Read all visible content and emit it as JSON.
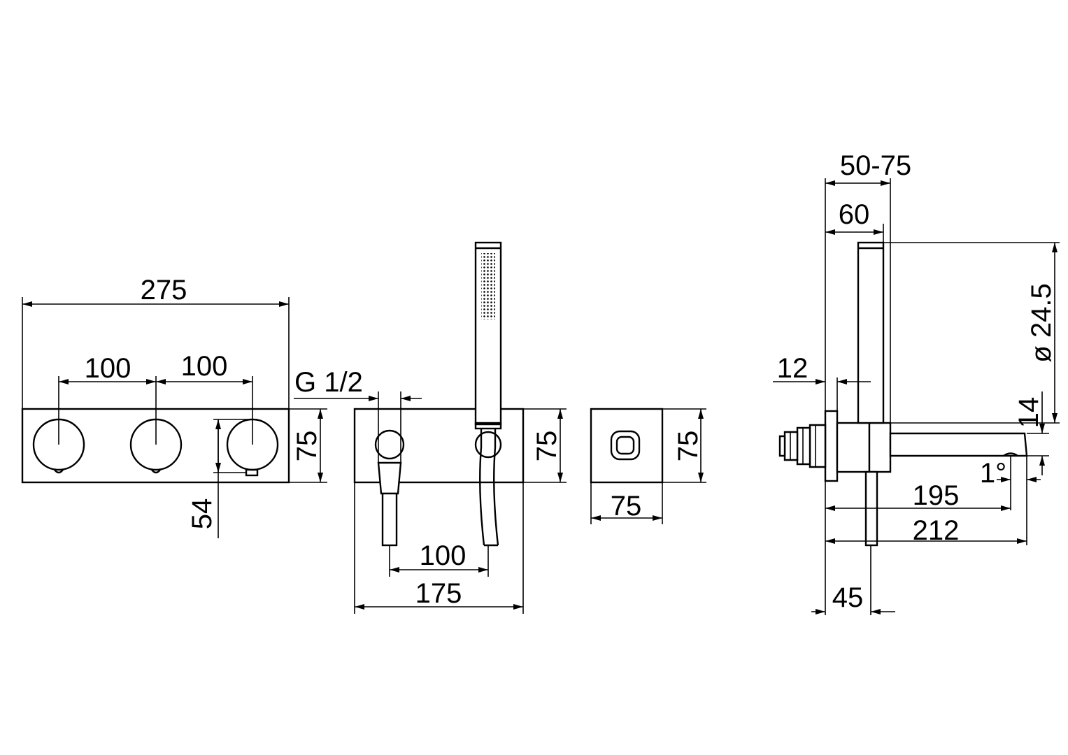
{
  "labels": {
    "front_width": "275",
    "front_spacing_1": "100",
    "front_spacing_2": "100",
    "front_height": "75",
    "front_center": "54",
    "thread": "G 1/2",
    "middle_height": "75",
    "middle_spacing": "100",
    "middle_width": "175",
    "small_height": "75",
    "small_width": "75",
    "side_range": "50-75",
    "side_60": "60",
    "side_12": "12",
    "side_diameter": "ø 24.5",
    "side_14": "14",
    "side_angle": "1°",
    "side_195": "195",
    "side_212": "212",
    "side_45": "45"
  }
}
